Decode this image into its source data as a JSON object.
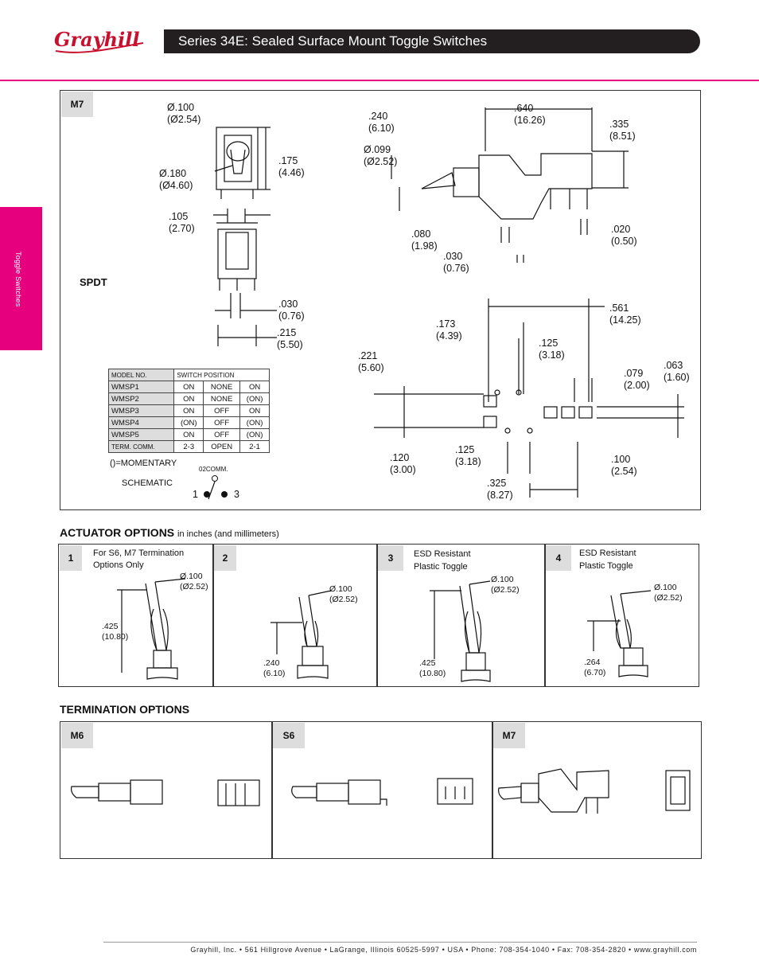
{
  "header": {
    "logo_text": "Grayhill",
    "title": "Series 34E: Sealed Surface Mount Toggle Switches"
  },
  "sidetab": {
    "label": "Toggle Switches"
  },
  "m7_panel": {
    "label": "M7",
    "spdt": "SPDT",
    "front_dims": {
      "d100": "Ø.100\n(Ø2.54)",
      "d180": "Ø.180\n(Ø4.60)",
      "d175": ".175\n(4.46)",
      "d105": ".105\n(2.70)",
      "d030": ".030\n(0.76)",
      "d215": ".215\n(5.50)"
    },
    "side_dims": {
      "d240": ".240\n(6.10)",
      "d640": ".640\n(16.26)",
      "d335": ".335\n(8.51)",
      "d099": "Ø.099\n(Ø2.52)",
      "d020": ".020\n(0.50)",
      "d080": ".080\n(1.98)",
      "d030": ".030\n(0.76)"
    },
    "pcb_dims": {
      "d561": ".561\n(14.25)",
      "d173": ".173\n(4.39)",
      "d125a": ".125\n(3.18)",
      "d221": ".221\n(5.60)",
      "d063": ".063\n(1.60)",
      "d079": ".079\n(2.00)",
      "d125b": ".125\n(3.18)",
      "d120": ".120\n(3.00)",
      "d100": ".100\n(2.54)",
      "d325": ".325\n(8.27)"
    },
    "table": {
      "col_model": "MODEL NO.",
      "col_position": "SWITCH POSITION",
      "rows": [
        {
          "model": "WMSP1",
          "p1": "ON",
          "p2": "NONE",
          "p3": "ON"
        },
        {
          "model": "WMSP2",
          "p1": "ON",
          "p2": "NONE",
          "p3": "(ON)"
        },
        {
          "model": "WMSP3",
          "p1": "ON",
          "p2": "OFF",
          "p3": "ON"
        },
        {
          "model": "WMSP4",
          "p1": "(ON)",
          "p2": "OFF",
          "p3": "(ON)"
        },
        {
          "model": "WMSP5",
          "p1": "ON",
          "p2": "OFF",
          "p3": "(ON)"
        }
      ],
      "term_row": {
        "model": "TERM. COMM.",
        "p1": "2-3",
        "p2": "OPEN",
        "p3": "2-1"
      }
    },
    "momentary": "()=MOMENTARY",
    "comm": "02COMM.",
    "schematic": "SCHEMATIC",
    "pin1": "1",
    "pin3": "3"
  },
  "actuator": {
    "heading": "ACTUATOR  OPTIONS",
    "subheading": "in inches (and millimeters)",
    "options": [
      {
        "num": "1",
        "note": "For S6, M7 Termination\nOptions Only",
        "dia": "Ø.100\n(Ø2.52)",
        "height": ".425\n(10.80)"
      },
      {
        "num": "2",
        "note": "",
        "dia": "Ø.100\n(Ø2.52)",
        "height": ".240\n(6.10)"
      },
      {
        "num": "3",
        "note": "ESD Resistant\nPlastic Toggle",
        "dia": "Ø.100\n(Ø2.52)",
        "height": ".425\n(10.80)"
      },
      {
        "num": "4",
        "note": "ESD Resistant\nPlastic Toggle",
        "dia": "Ø.100\n(Ø2.52)",
        "height": ".264\n(6.70)"
      }
    ]
  },
  "termination": {
    "heading": "TERMINATION OPTIONS",
    "options": [
      {
        "label": "M6"
      },
      {
        "label": "S6"
      },
      {
        "label": "M7"
      }
    ]
  },
  "footer": {
    "text": "Grayhill,  Inc.  •  561  Hillgrove  Avenue  •  LaGrange,  Illinois  60525-5997  •  USA  •  Phone:  708-354-1040  •  Fax:  708-354-2820  •  www.grayhill.com"
  },
  "colors": {
    "accent": "#e6007e",
    "titlebar": "#231f20",
    "label_gray": "#dddddd"
  }
}
